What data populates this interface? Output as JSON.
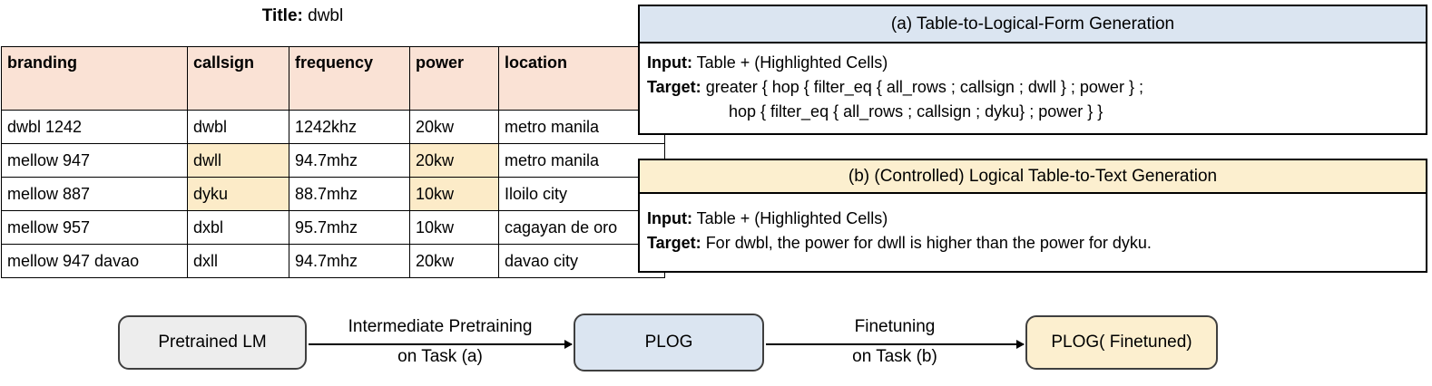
{
  "table_panel": {
    "title_label": "Title:",
    "title_value": "dwbl",
    "columns": [
      "branding",
      "callsign",
      "frequency",
      "power",
      "location"
    ],
    "rows": [
      {
        "branding": "dwbl 1242",
        "callsign": "dwbl",
        "frequency": "1242khz",
        "power": "20kw",
        "location": "metro manila",
        "highlight": []
      },
      {
        "branding": "mellow 947",
        "callsign": "dwll",
        "frequency": "94.7mhz",
        "power": "20kw",
        "location": "metro manila",
        "highlight": [
          "callsign",
          "power"
        ]
      },
      {
        "branding": "mellow 887",
        "callsign": "dyku",
        "frequency": "88.7mhz",
        "power": "10kw",
        "location": "Iloilo city",
        "highlight": [
          "callsign",
          "power"
        ]
      },
      {
        "branding": "mellow 957",
        "callsign": "dxbl",
        "frequency": "95.7mhz",
        "power": "10kw",
        "location": "cagayan de oro",
        "highlight": []
      },
      {
        "branding": "mellow 947 davao",
        "callsign": "dxll",
        "frequency": "94.7mhz",
        "power": "20kw",
        "location": "davao city",
        "highlight": []
      }
    ]
  },
  "panel_a": {
    "header": "(a)  Table-to-Logical-Form Generation",
    "header_bg": "#DBE5F1",
    "input_label": "Input:",
    "input_value": "Table + (Highlighted Cells)",
    "target_label": "Target:",
    "target_value": "greater { hop { filter_eq { all_rows ; callsign ; dwll } ; power } ;",
    "target_value_line2": "hop { filter_eq { all_rows ; callsign ; dyku} ; power } }"
  },
  "panel_b": {
    "header": "(b)  (Controlled) Logical Table-to-Text Generation",
    "header_bg": "#FCEFCF",
    "input_label": "Input:",
    "input_value": "Table + (Highlighted Cells)",
    "target_label": "Target:",
    "target_value": "For dwbl, the power for dwll is higher than the power for dyku."
  },
  "flow": {
    "box_lm": "Pretrained LM",
    "box_lm_color": "#EDEDED",
    "box_plog": "PLOG",
    "box_plog_color": "#DBE5F1",
    "box_finetuned": "PLOG( Finetuned)",
    "box_finetuned_color": "#FCEFCF",
    "arrow1_line1": "Intermediate Pretraining",
    "arrow1_line2": "on Task (a)",
    "arrow2_line1": "Finetuning",
    "arrow2_line2": "on Task (b)"
  },
  "colors": {
    "table_header_bg": "#FAE2D5",
    "cell_highlight_bg": "#FCEBC8",
    "border": "#000000"
  }
}
